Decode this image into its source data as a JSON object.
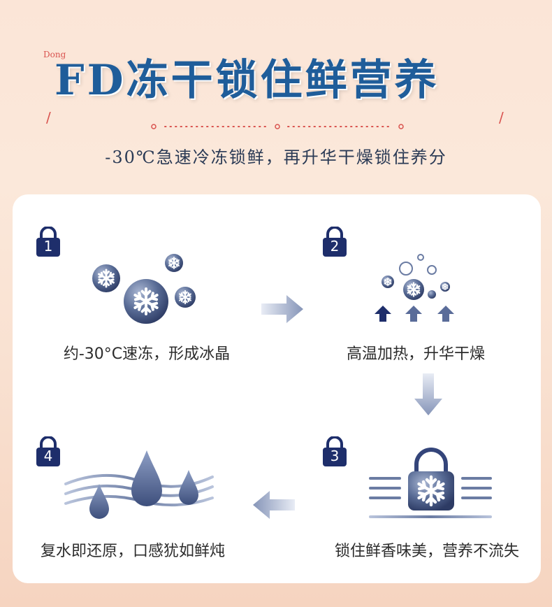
{
  "header": {
    "brand_small": "Dong",
    "title": "FD冻干锁住鲜营养",
    "slash_left": "/",
    "slash_right": "/",
    "subtitle": "-30℃急速冷冻锁鲜，再升华干燥锁住养分"
  },
  "steps": [
    {
      "number": "1",
      "label": "约-30°C速冻，形成冰晶",
      "icon": "snowflake-cluster-icon"
    },
    {
      "number": "2",
      "label": "高温加热，升华干燥",
      "icon": "sublimation-icon"
    },
    {
      "number": "3",
      "label": "锁住鲜香味美，营养不流失",
      "icon": "lock-snowflake-icon"
    },
    {
      "number": "4",
      "label": "复水即还原，口感犹如鲜炖",
      "icon": "water-drops-icon"
    }
  ],
  "colors": {
    "title_blue": "#1f5d9a",
    "navy": "#1e2e6b",
    "accent_red": "#d9534f",
    "card_bg": "#ffffff"
  }
}
